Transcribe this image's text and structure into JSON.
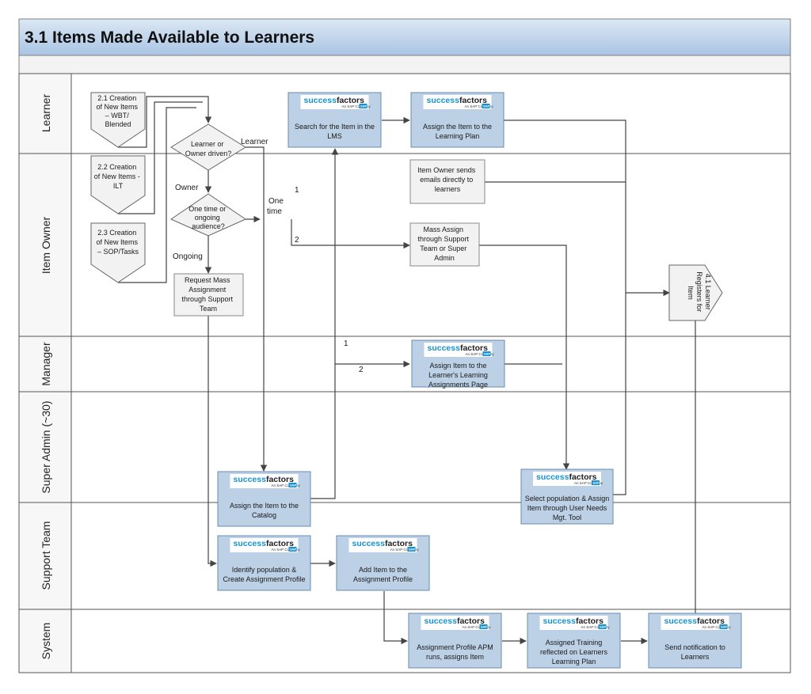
{
  "title": "3.1 Items Made Available to Learners",
  "colors": {
    "header_top": "#dce8f5",
    "header_bottom": "#a9c4e3",
    "process_fill": "#bcd0e6",
    "process_stroke": "#6a8bb0",
    "shape_fill": "#f2f2f2",
    "line": "#444444",
    "logo_blue": "#1793d1",
    "logo_heart": "#e03030"
  },
  "lanes": [
    "Learner",
    "Item Owner",
    "Manager",
    "Super Admin (~30)",
    "Support Team",
    "System"
  ],
  "logo": {
    "word1": "success",
    "word2": "factors",
    "tagline": "An SAP Company",
    "badge": "SAP"
  },
  "offpage": {
    "creation_wbt": [
      "2.1 Creation",
      "of New Items",
      "– WBT/",
      "Blended"
    ],
    "creation_ilt": [
      "2.2 Creation",
      "of New Items -",
      "ILT"
    ],
    "creation_sop": [
      "2.3 Creation",
      "of New Items",
      "– SOP/Tasks"
    ],
    "learner_registers": [
      "4.1 Learner",
      "Registers for",
      "Item"
    ]
  },
  "decisions": {
    "learner_or_owner": [
      "Learner or",
      "Owner driven?"
    ],
    "one_time_or_ongoing": [
      "One time or",
      "ongoing",
      "audience?"
    ]
  },
  "processes": {
    "search_item": [
      "Search for the Item in the",
      "LMS"
    ],
    "assign_learning_plan": [
      "Assign the Item to the",
      "Learning Plan"
    ],
    "owner_sends_emails": [
      "Item Owner sends",
      "emails directly to",
      "learners"
    ],
    "mass_assign_support": [
      "Mass Assign",
      "through Support",
      "Team or Super",
      "Admin"
    ],
    "request_mass_assignment": [
      "Request Mass",
      "Assignment",
      "through Support",
      "Team"
    ],
    "assign_learner_page": [
      "Assign Item to the",
      "Learner's Learning",
      "Assignments Page"
    ],
    "assign_catalog": [
      "Assign the Item to the",
      "Catalog"
    ],
    "select_population": [
      "Select population & Assign",
      "Item through User Needs",
      "Mgt. Tool"
    ],
    "identify_population": [
      "Identify population &",
      "Create Assignment Profile"
    ],
    "add_to_profile": [
      "Add Item to the",
      "Assignment Profile"
    ],
    "apm_runs": [
      "Assignment Profile APM",
      "runs, assigns Item"
    ],
    "training_reflected": [
      "Assigned Training",
      "reflected on Learners",
      "Learning Plan"
    ],
    "send_notification": [
      "Send notification to",
      "Learners"
    ]
  },
  "edge_labels": {
    "learner": "Learner",
    "owner": "Owner",
    "ongoing": "Ongoing",
    "one_time": [
      "One",
      "time"
    ],
    "branch_1": "1",
    "branch_2": "2",
    "mgr_1": "1",
    "mgr_2": "2"
  }
}
